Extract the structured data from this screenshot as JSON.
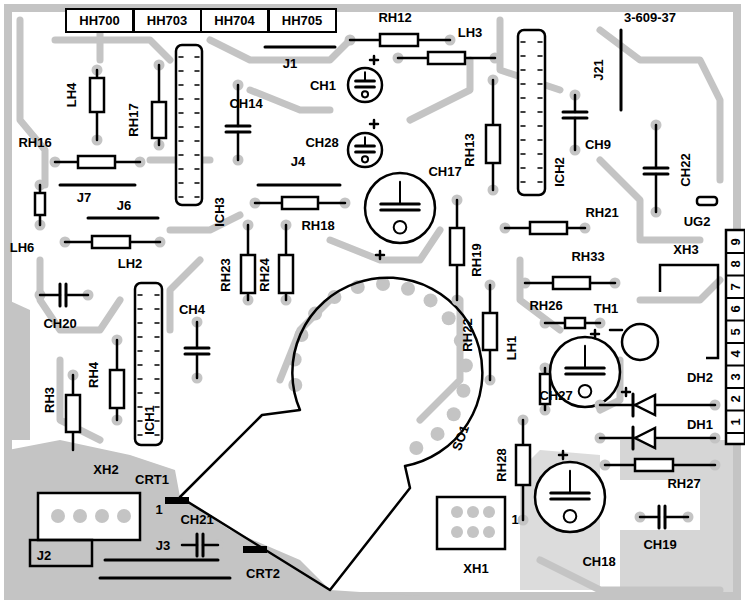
{
  "diagram": {
    "nodes": [
      {
        "text": [
          "HH700"
        ]
      },
      {
        "text": [
          "HH703"
        ]
      },
      {
        "text": [
          "HH704"
        ]
      },
      {
        "text": [
          "HH705"
        ]
      }
    ],
    "labels": [
      "3-609-37",
      "RH12",
      "LH3",
      "J1",
      "CH1",
      "LH4",
      "RH17",
      "CH14",
      "J21",
      "RH16",
      "CH28",
      "RH13",
      "CH9",
      "CH22",
      "ICH3",
      "ICH2",
      "J4",
      "CH17",
      "J7",
      "J6",
      "LH6",
      "RH18",
      "RH21",
      "UG2",
      "LH2",
      "RH23",
      "RH24",
      "RH19",
      "XH3",
      "RH33",
      "CH20",
      "CH4",
      "RH26",
      "TH1",
      "RH22",
      "LH1",
      "RH4",
      "ICH1",
      "CH27",
      "DH2",
      "DH1",
      "SO1",
      "RH28",
      "RH3",
      "RH27",
      "XH2",
      "CRT1",
      "CH21",
      "J2",
      "J3",
      "CRT2",
      "XH1",
      "CH18",
      "CH19",
      "1",
      "1",
      "9",
      "8",
      "7",
      "6",
      "5",
      "4",
      "3",
      "2",
      "1"
    ]
  }
}
